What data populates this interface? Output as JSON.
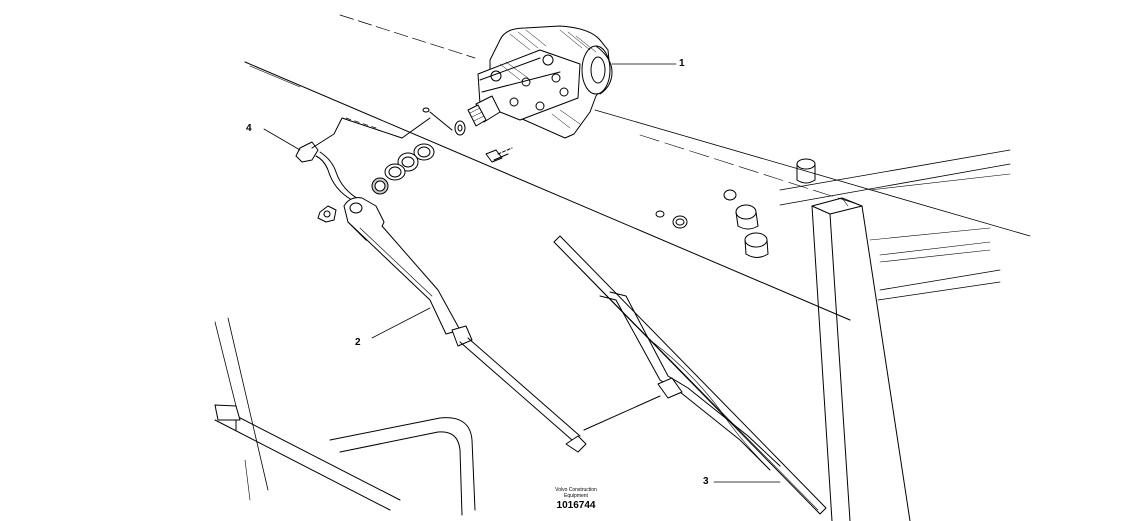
{
  "callouts": {
    "motor": "1",
    "arm": "2",
    "blade": "3",
    "hose": "4"
  },
  "caption": {
    "org_line1": "Volvo Construction",
    "org_line2": "Equipment",
    "number": "1016744"
  },
  "colors": {
    "line": "#000000",
    "background": "#ffffff",
    "shade": "#cfcfcf"
  }
}
